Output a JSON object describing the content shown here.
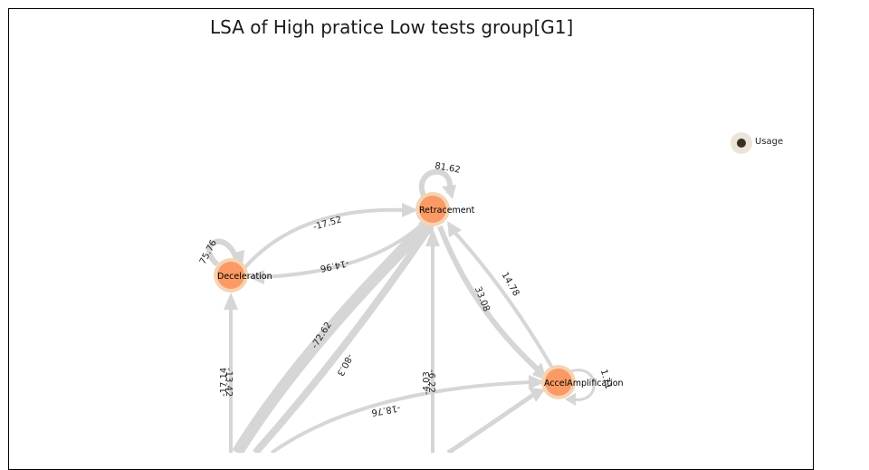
{
  "title": "LSA of High pratice Low tests group[G1]",
  "colors": {
    "node": "#fb9a64",
    "node_halo": "#f5d3b3",
    "edge": "#d6d6d6",
    "legend_dot": "#3a2e23",
    "legend_halo": "#ece4d8"
  },
  "legend": {
    "label": "Usage"
  },
  "nodes": [
    {
      "id": "retracement",
      "label": "Retracement"
    },
    {
      "id": "deceleration",
      "label": "Deceleration"
    },
    {
      "id": "accel_amplification",
      "label": "AccelAmplification"
    }
  ],
  "edge_labels": {
    "retracement_self": "81.62",
    "deceleration_self": "75.76",
    "accel_self": "1.71",
    "deceleration_to_retracement": "-17.52",
    "retracement_to_deceleration": "-14.96",
    "bottom_left_to_retracement_a": "-72.62",
    "bottom_left_to_retracement_b": "-80.3",
    "bottom_left_to_deceleration_a": "-17.14",
    "bottom_left_to_deceleration_b": "-13.42",
    "bottom_mid_to_retracement_a": "-4.03",
    "bottom_mid_to_retracement_b": "-6.22",
    "retracement_to_accel": "33.08",
    "accel_to_retracement": "14.78",
    "bottom_left_to_accel": "-18.76"
  }
}
